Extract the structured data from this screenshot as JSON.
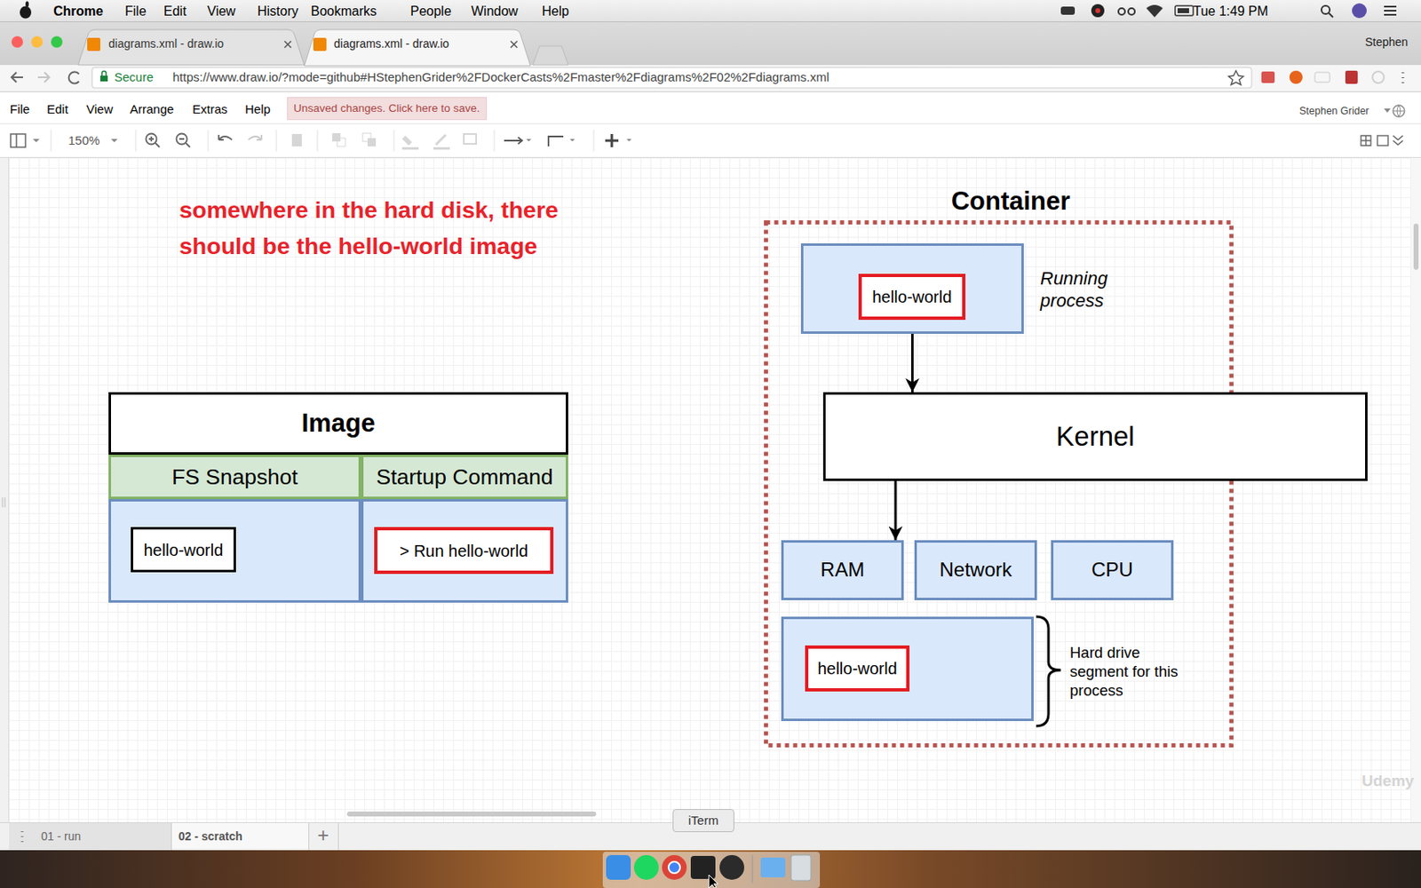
{
  "diagram": {
    "nodes": [
      {
        "text": [
          "Image"
        ]
      },
      {
        "text": [
          "FS Snapshot"
        ],
        "in": 0
      },
      {
        "text": [
          "hello-world"
        ],
        "in": 1
      },
      {
        "text": [
          "Startup Command"
        ],
        "in": 0
      },
      {
        "text": [
          "> Run hello-world"
        ],
        "in": 3
      },
      {
        "text": [
          "Container"
        ]
      },
      {
        "text": [
          "Running process"
        ],
        "in": 5
      },
      {
        "text": [
          "hello-world"
        ],
        "in": 6
      },
      {
        "text": [
          "Kernel"
        ],
        "in": 5
      },
      {
        "text": [
          "RAM"
        ],
        "in": 5
      },
      {
        "text": [
          "Network"
        ],
        "in": 5
      },
      {
        "text": [
          "CPU"
        ],
        "in": 5
      },
      {
        "text": [
          "Hard drive segment for this process"
        ],
        "in": 5
      },
      {
        "text": [
          "hello-world"
        ],
        "in": 12
      }
    ],
    "edges": [
      {
        "from": 6,
        "to": 8,
        "arrow": "to"
      },
      {
        "from": 8,
        "to": 9,
        "arrow": "to"
      }
    ],
    "labels": [
      "Chrome",
      "File",
      "Edit",
      "View",
      "History",
      "Bookmarks",
      "People",
      "Window",
      "Help",
      "Tue 1:49 PM",
      "diagrams.xml - draw.io",
      "diagrams.xml - draw.io",
      "Stephen",
      "Secure",
      "https://www.draw.io/?mode=github#HStephenGrider%2FDockerCasts%2Fmaster%2Fdiagrams%2F02%2Fdiagrams.xml",
      "File",
      "Edit",
      "View",
      "Arrange",
      "Extras",
      "Help",
      "Unsaved changes. Click here to save.",
      "Stephen Grider",
      "150%",
      "somewhere in the hard disk, there should be the hello-world image",
      "01 - run",
      "02 - scratch",
      "+",
      "iTerm",
      "Udemy"
    ]
  }
}
